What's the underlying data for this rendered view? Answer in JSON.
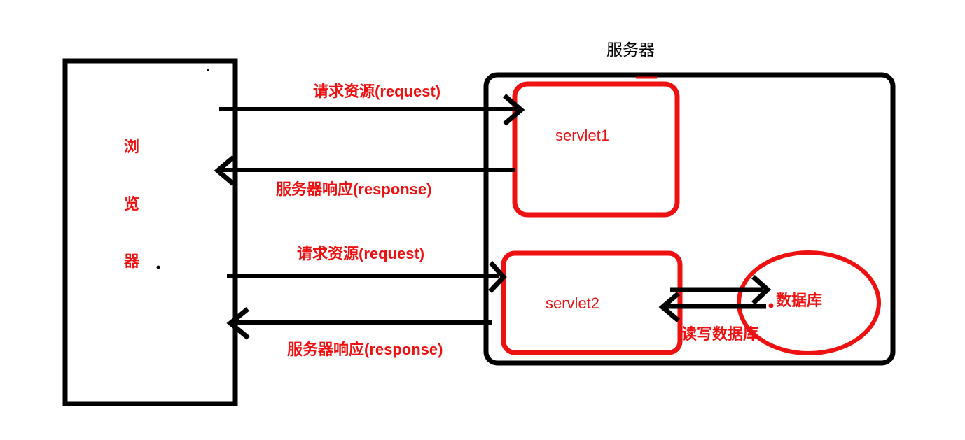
{
  "diagram": {
    "title": "服务器",
    "nodes": {
      "browser": {
        "label_chars": [
          "浏",
          "览",
          "器"
        ],
        "label": "浏览器",
        "shape": "rectangle",
        "color": "#000000",
        "text_color": "#ee1111"
      },
      "server": {
        "label": "服务器",
        "shape": "rounded-rectangle",
        "color": "#000000",
        "text_color": "#000000"
      },
      "servlet1": {
        "label": "servlet1",
        "shape": "rounded-rectangle",
        "color": "#ee1111",
        "text_color": "#ee1111"
      },
      "servlet2": {
        "label": "servlet2",
        "shape": "rounded-rectangle",
        "color": "#ee1111",
        "text_color": "#ee1111"
      },
      "database": {
        "label": "数据库",
        "shape": "ellipse",
        "color": "#ee1111",
        "text_color": "#ee1111"
      }
    },
    "edges": [
      {
        "id": "request-1",
        "label": "请求资源(request)",
        "from": "browser",
        "to": "servlet1",
        "direction": "right",
        "color": "#000000",
        "label_color": "#ee1111"
      },
      {
        "id": "response-1",
        "label": "服务器响应(response)",
        "from": "servlet1",
        "to": "browser",
        "direction": "left",
        "color": "#000000",
        "label_color": "#ee1111"
      },
      {
        "id": "request-2",
        "label": "请求资源(request)",
        "from": "browser",
        "to": "servlet2",
        "direction": "right",
        "color": "#000000",
        "label_color": "#ee1111"
      },
      {
        "id": "response-2",
        "label": "服务器响应(response)",
        "from": "servlet2",
        "to": "browser",
        "direction": "left",
        "color": "#000000",
        "label_color": "#ee1111"
      },
      {
        "id": "db-write",
        "label": "读写数据库",
        "from": "servlet2",
        "to": "database",
        "direction": "right",
        "color": "#000000",
        "label_color": "#ee1111"
      },
      {
        "id": "db-read",
        "label": "",
        "from": "database",
        "to": "servlet2",
        "direction": "left",
        "color": "#000000",
        "label_color": "#ee1111"
      }
    ],
    "colors": {
      "ink_black": "#000000",
      "ink_red": "#ee1111",
      "background": "#ffffff"
    }
  }
}
